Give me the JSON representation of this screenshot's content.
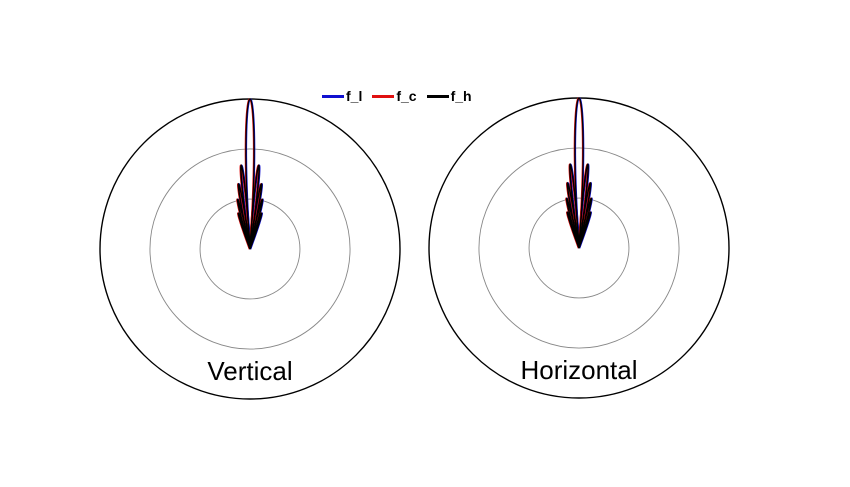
{
  "chart_data": {
    "type": "polar",
    "title": "",
    "legend": {
      "position": "top-center",
      "entries": [
        {
          "label": "f_l",
          "color": "#1010d0"
        },
        {
          "label": "f_c",
          "color": "#e01010"
        },
        {
          "label": "f_h",
          "color": "#000000"
        }
      ]
    },
    "grid": {
      "rings": 3,
      "ring_fraction": [
        0.333,
        0.667,
        1.0
      ],
      "inner_ring_color": "#888888",
      "outer_ring_color": "#000000"
    },
    "panels": [
      {
        "label": "Vertical",
        "main_lobe": {
          "direction_deg": 90,
          "relative_length": 1.0,
          "beamwidth_deg": 6
        },
        "side_lobes": [
          {
            "offset_deg": 6,
            "relative_length": 0.56
          },
          {
            "offset_deg": 10,
            "relative_length": 0.44
          },
          {
            "offset_deg": 14,
            "relative_length": 0.34
          },
          {
            "offset_deg": 18,
            "relative_length": 0.25
          }
        ],
        "series": [
          "f_l",
          "f_c",
          "f_h"
        ]
      },
      {
        "label": "Horizontal",
        "main_lobe": {
          "direction_deg": 90,
          "relative_length": 1.0,
          "beamwidth_deg": 6
        },
        "side_lobes": [
          {
            "offset_deg": 6,
            "relative_length": 0.56
          },
          {
            "offset_deg": 10,
            "relative_length": 0.44
          },
          {
            "offset_deg": 14,
            "relative_length": 0.34
          },
          {
            "offset_deg": 18,
            "relative_length": 0.25
          }
        ],
        "series": [
          "f_l",
          "f_c",
          "f_h"
        ]
      }
    ]
  }
}
